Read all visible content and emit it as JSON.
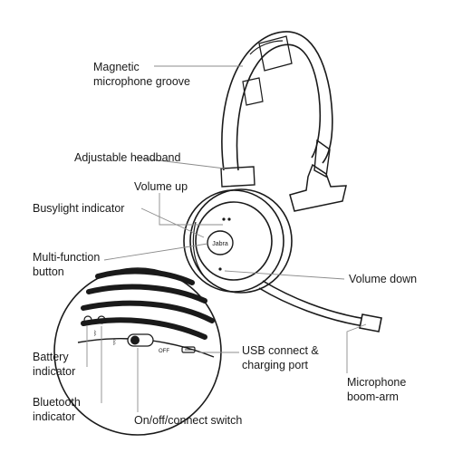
{
  "labels": {
    "magnetic_groove": "Magnetic\nmicrophone groove",
    "adjustable_headband": "Adjustable headband",
    "volume_up": "Volume up",
    "busylight": "Busylight indicator",
    "multi_function": "Multi-function\nbutton",
    "volume_down": "Volume down",
    "battery": "Battery\nindicator",
    "bluetooth": "Bluetooth\nindicator",
    "on_off": "On/off/connect switch",
    "usb": "USB connect &\ncharging port",
    "boom_arm": "Microphone\nboom-arm"
  },
  "device": {
    "brand_logo": "Jabra",
    "switch_off_text": "OFF"
  },
  "colors": {
    "line": "#1a1a1a",
    "leader": "#8c8c8c"
  }
}
